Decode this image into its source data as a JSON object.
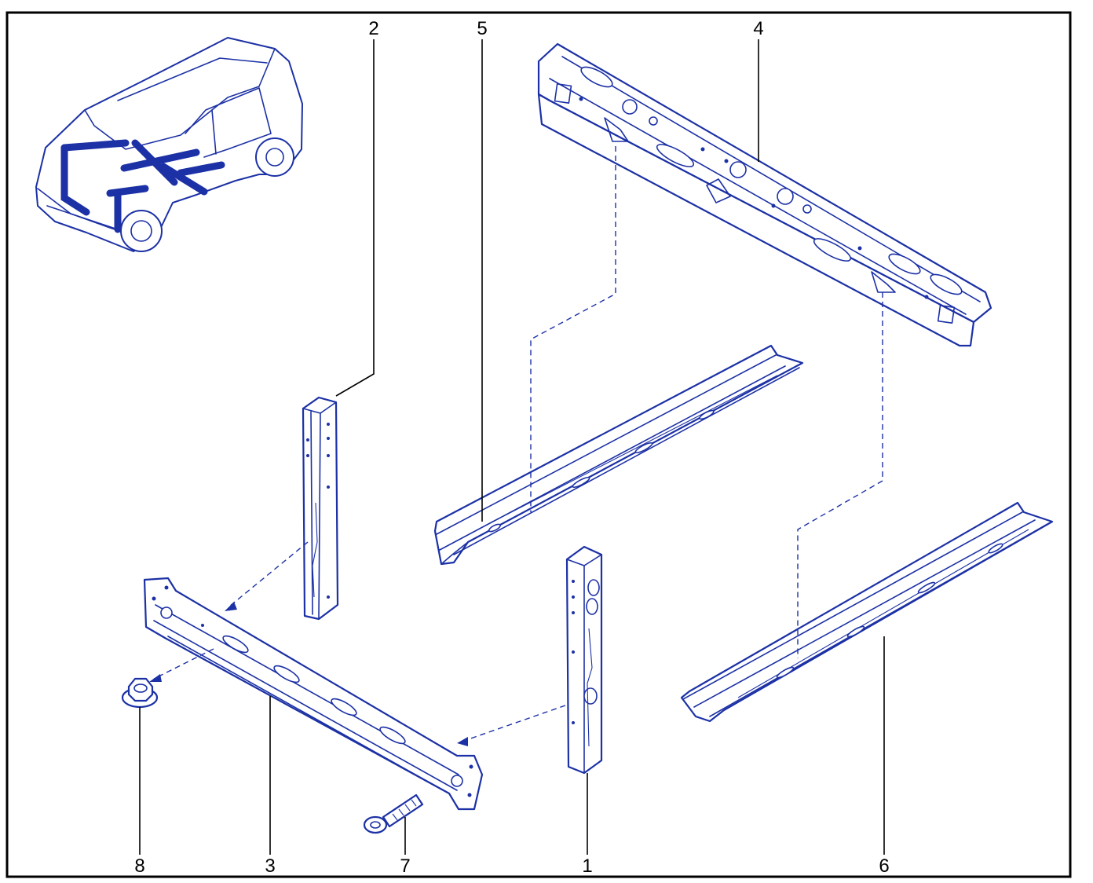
{
  "callouts": {
    "c1": "1",
    "c2": "2",
    "c3": "3",
    "c4": "4",
    "c5": "5",
    "c6": "6",
    "c7": "7",
    "c8": "8"
  },
  "colors": {
    "line": "#1c31a5",
    "frame": "#000000",
    "background": "#ffffff"
  }
}
